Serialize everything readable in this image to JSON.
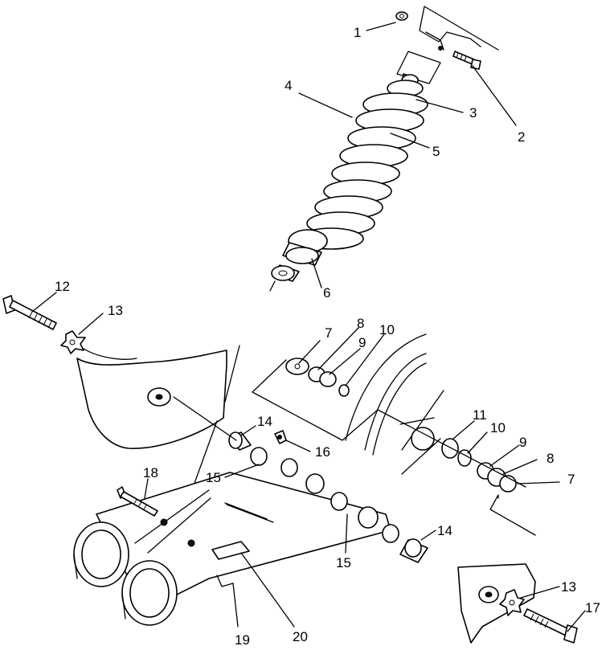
{
  "callouts": [
    {
      "id": "c1",
      "text": "1"
    },
    {
      "id": "c2",
      "text": "2"
    },
    {
      "id": "c3",
      "text": "3"
    },
    {
      "id": "c4",
      "text": "4"
    },
    {
      "id": "c5",
      "text": "5"
    },
    {
      "id": "c6",
      "text": "6"
    },
    {
      "id": "c7a",
      "text": "7"
    },
    {
      "id": "c8a",
      "text": "8"
    },
    {
      "id": "c9a",
      "text": "9"
    },
    {
      "id": "c10a",
      "text": "10"
    },
    {
      "id": "c11",
      "text": "11"
    },
    {
      "id": "c10b",
      "text": "10"
    },
    {
      "id": "c9b",
      "text": "9"
    },
    {
      "id": "c8b",
      "text": "8"
    },
    {
      "id": "c7b",
      "text": "7"
    },
    {
      "id": "c12",
      "text": "12"
    },
    {
      "id": "c13a",
      "text": "13"
    },
    {
      "id": "c14a",
      "text": "14"
    },
    {
      "id": "c16",
      "text": "16"
    },
    {
      "id": "c15a",
      "text": "15"
    },
    {
      "id": "c18",
      "text": "18"
    },
    {
      "id": "c14b",
      "text": "14"
    },
    {
      "id": "c15b",
      "text": "15"
    },
    {
      "id": "c13b",
      "text": "13"
    },
    {
      "id": "c17",
      "text": "17"
    },
    {
      "id": "c19",
      "text": "19"
    },
    {
      "id": "c20",
      "text": "20"
    }
  ]
}
